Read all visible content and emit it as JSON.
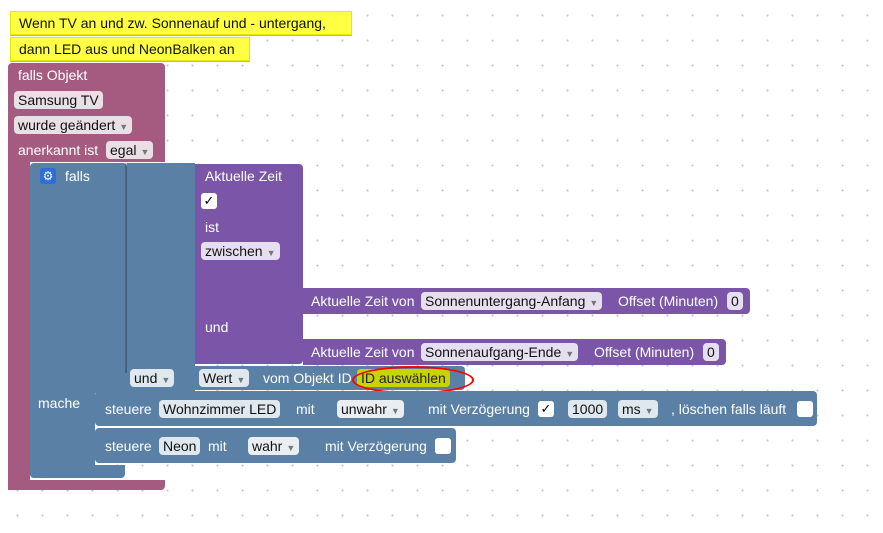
{
  "comments": [
    "Wenn TV an und zw. Sonnenauf und - untergang,",
    "dann LED aus und NeonBalken an"
  ],
  "trigger": {
    "title": "falls Objekt",
    "object": "Samsung TV",
    "changed": "wurde geändert",
    "ack_label": "anerkannt ist",
    "ack_value": "egal"
  },
  "if_block": {
    "falls": "falls",
    "mache": "mache"
  },
  "time_block": {
    "current_time": "Aktuelle Zeit",
    "ist": "ist",
    "zwischen": "zwischen",
    "und": "und",
    "start_label": "Aktuelle Zeit von",
    "start_value": "Sonnenuntergang-Anfang",
    "start_offset_label": "Offset (Minuten)",
    "start_offset": "0",
    "end_label": "Aktuelle Zeit von",
    "end_value": "Sonnenaufgang-Ende",
    "end_offset_label": "Offset (Minuten)",
    "end_offset": "0"
  },
  "logic": {
    "und": "und",
    "wert": "Wert",
    "vom_objekt": "vom Objekt ID",
    "id_select": "ID auswählen"
  },
  "control1": {
    "steuere": "steuere",
    "target": "Wohnzimmer LED",
    "mit": "mit",
    "value": "unwahr",
    "delay_label": "mit Verzögerung",
    "delay": "1000",
    "unit": "ms",
    "clear_label": ", löschen falls läuft"
  },
  "control2": {
    "steuere": "steuere",
    "target": "Neon",
    "mit": "mit",
    "value": "wahr",
    "delay_label": "mit Verzögerung"
  },
  "colors": {
    "trigger_block": "#a55b80",
    "if_block": "#5b80a5",
    "time_block": "#7b55a8",
    "comment": "#ffff44",
    "highlight": "#e8e800",
    "annotation": "#ff0000"
  }
}
